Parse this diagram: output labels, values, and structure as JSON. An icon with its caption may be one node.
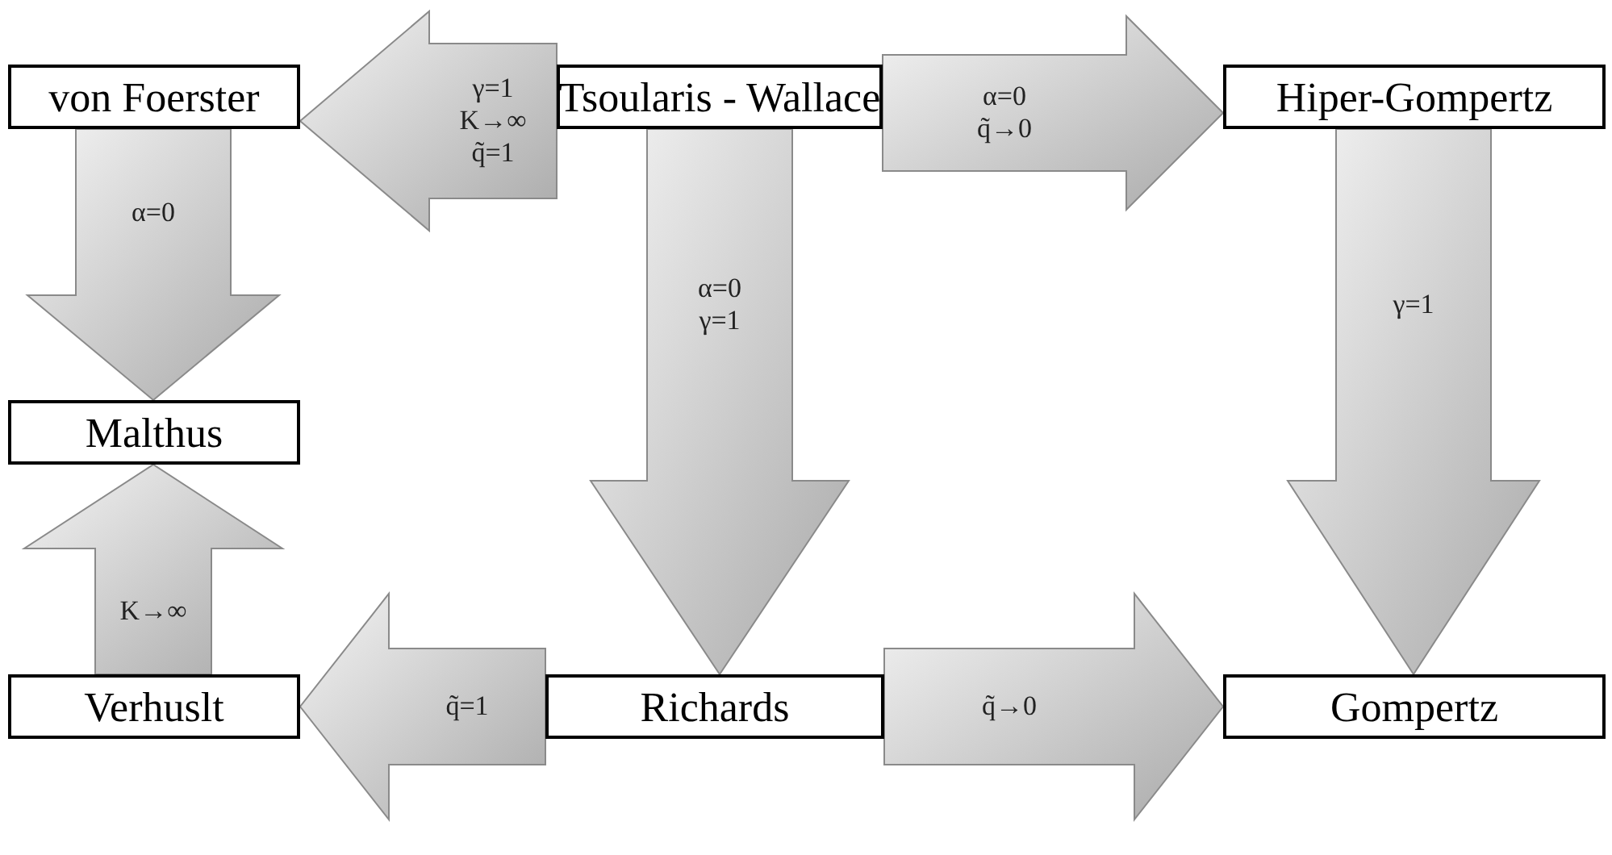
{
  "diagram": {
    "nodes": [
      {
        "text": [
          "von Foerster"
        ]
      },
      {
        "text": [
          "Tsoularis - Wallace"
        ]
      },
      {
        "text": [
          "Hiper-Gompertz"
        ]
      },
      {
        "text": [
          "Malthus"
        ]
      },
      {
        "text": [
          "Verhuslt"
        ]
      },
      {
        "text": [
          "Richards"
        ]
      },
      {
        "text": [
          "Gompertz"
        ]
      }
    ],
    "edges": [
      {
        "from": 1,
        "to": 0,
        "arrow": "to",
        "label": "γ=1 K→∞ q̃=1"
      },
      {
        "from": 1,
        "to": 2,
        "arrow": "to",
        "label": "α=0 q̃→0"
      },
      {
        "from": 0,
        "to": 3,
        "arrow": "to",
        "label": "α=0"
      },
      {
        "from": 4,
        "to": 3,
        "arrow": "to",
        "label": "K→∞"
      },
      {
        "from": 1,
        "to": 5,
        "arrow": "to",
        "label": "α=0 γ=1"
      },
      {
        "from": 2,
        "to": 6,
        "arrow": "to",
        "label": "γ=1"
      },
      {
        "from": 5,
        "to": 4,
        "arrow": "to",
        "label": "q̃=1"
      },
      {
        "from": 5,
        "to": 6,
        "arrow": "to",
        "label": "q̃→0"
      }
    ]
  }
}
